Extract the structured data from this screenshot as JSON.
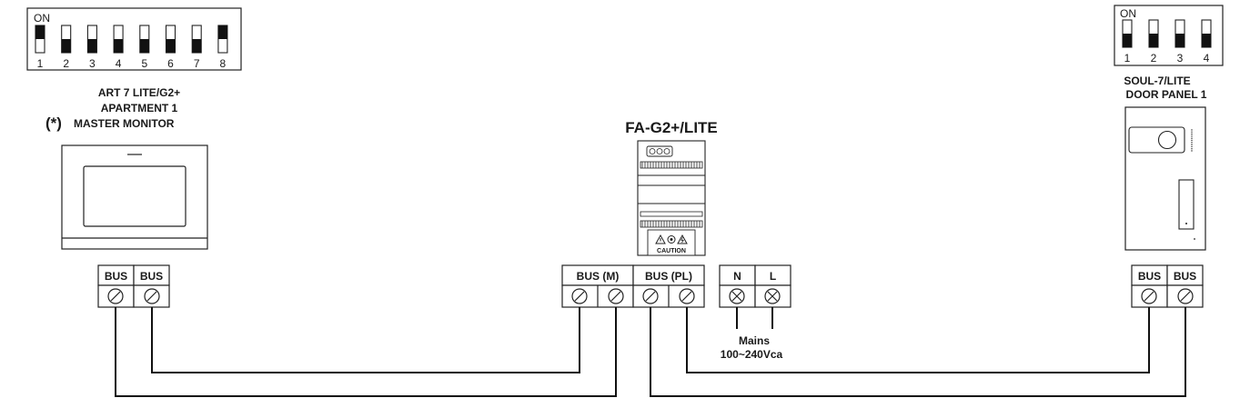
{
  "monitor": {
    "model": "ART 7 LITE/G2+",
    "apartment": "APARTMENT 1",
    "marker": "(*)",
    "role": "MASTER MONITOR",
    "dip_switch": {
      "on_label": "ON",
      "numbers": [
        "1",
        "2",
        "3",
        "4",
        "5",
        "6",
        "7",
        "8"
      ],
      "states": [
        true,
        false,
        false,
        false,
        false,
        false,
        false,
        true
      ]
    },
    "terminals": [
      "BUS",
      "BUS"
    ]
  },
  "power_supply": {
    "model": "FA-G2+/LITE",
    "caution": "CAUTION",
    "terminals_bus_m": "BUS (M)",
    "terminals_bus_pl": "BUS (PL)",
    "mains_n": "N",
    "mains_l": "L",
    "mains_label": "Mains",
    "mains_voltage": "100~240Vca"
  },
  "door_panel": {
    "model": "SOUL-7/LITE",
    "name": "DOOR PANEL 1",
    "dip_switch": {
      "on_label": "ON",
      "numbers": [
        "1",
        "2",
        "3",
        "4"
      ],
      "states": [
        false,
        false,
        false,
        false
      ]
    },
    "terminals": [
      "BUS",
      "BUS"
    ]
  }
}
